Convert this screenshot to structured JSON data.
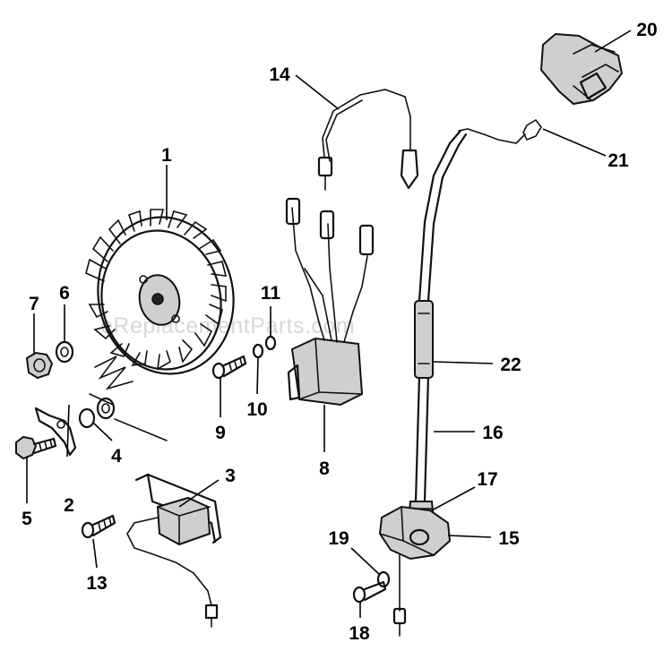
{
  "watermark": "eReplacementParts.com",
  "callouts": {
    "c1": "1",
    "c2": "2",
    "c3": "3",
    "c4": "4",
    "c5": "5",
    "c6": "6",
    "c7": "7",
    "c8": "8",
    "c9": "9",
    "c10": "10",
    "c11": "11",
    "c13": "13",
    "c14": "14",
    "c15": "15",
    "c16": "16",
    "c17": "17",
    "c18": "18",
    "c19": "19",
    "c20": "20",
    "c21": "21",
    "c22": "22"
  }
}
